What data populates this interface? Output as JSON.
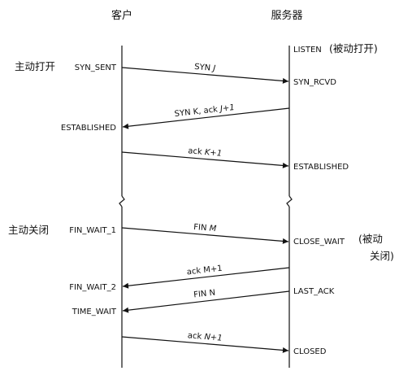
{
  "headers": {
    "client": "客户",
    "server": "服务器"
  },
  "client_states": {
    "syn_sent": "SYN_SENT",
    "established": "ESTABLISHED",
    "fin_wait_1": "FIN_WAIT_1",
    "fin_wait_2": "FIN_WAIT_2",
    "time_wait": "TIME_WAIT"
  },
  "server_states": {
    "listen": "LISTEN",
    "listen_note": "(被动打开)",
    "syn_rcvd": "SYN_RCVD",
    "established": "ESTABLISHED",
    "close_wait": "CLOSE_WAIT",
    "close_wait_note_1": "(被动",
    "close_wait_note_2": "关闭)",
    "last_ack": "LAST_ACK",
    "closed": "CLOSED"
  },
  "side_notes": {
    "active_open": "主动打开",
    "active_close": "主动关闭"
  },
  "messages": {
    "syn": {
      "base": "SYN ",
      "italic": "J"
    },
    "syn_ack": {
      "base": "SYN K, ack ",
      "italic": "J+1"
    },
    "ack1": {
      "base": "ack ",
      "italic": "K+1"
    },
    "fin_m": {
      "base": "FIN ",
      "italic": "M"
    },
    "ack_m": {
      "base": "ack M+1",
      "italic": ""
    },
    "fin_n": {
      "base": "FIN N",
      "italic": ""
    },
    "ack_n": {
      "base": "ack ",
      "italic": "N+1"
    }
  }
}
